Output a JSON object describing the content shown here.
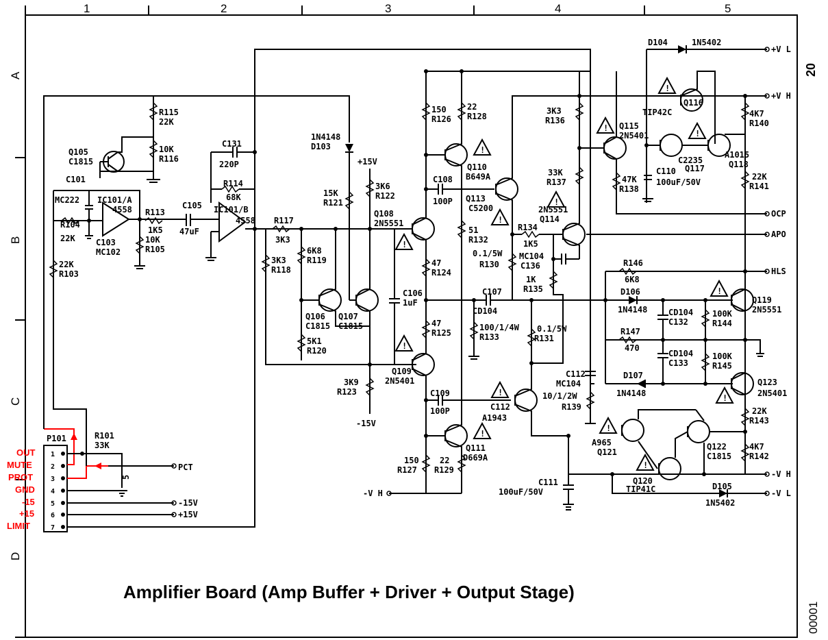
{
  "title": "Amplifier Board (Amp Buffer + Driver + Output Stage)",
  "page_number": "20",
  "doc_number": "00001",
  "grid_columns": [
    "1",
    "2",
    "3",
    "4",
    "5"
  ],
  "grid_rows": [
    "A",
    "B",
    "C",
    "D"
  ],
  "connector": {
    "name": "P101",
    "pins": [
      "1",
      "2",
      "3",
      "4",
      "5",
      "6",
      "7"
    ],
    "pin_labels": [
      "OUT",
      "MUTE",
      "PROT",
      "GND",
      "-15",
      "+15",
      "LIMIT"
    ],
    "pin_label_color": "#ff0000"
  },
  "rails": {
    "vl": "+V L",
    "vh": "+V H",
    "ocp": "OCP",
    "apo": "APO",
    "hls": "HLS",
    "neg_vh": "-V H",
    "neg_vl": "-V L",
    "left_neg_vh": "-V H",
    "pct": "PCT",
    "m15": "-15V",
    "p15": "+15V",
    "pos15_label": "+15V",
    "neg15_label": "-15V"
  },
  "components": {
    "R101": [
      "R101",
      "33K"
    ],
    "R103": [
      "22K",
      "R103"
    ],
    "R104": [
      "R104",
      "22K"
    ],
    "R105": [
      "10K",
      "R105"
    ],
    "R113": [
      "R113",
      "1K5"
    ],
    "R114": [
      "R114",
      "68K"
    ],
    "R115": [
      "R115",
      "22K"
    ],
    "R116": [
      "10K",
      "R116"
    ],
    "R117": [
      "R117",
      "3K3"
    ],
    "R118": [
      "3K3",
      "R118"
    ],
    "R119": [
      "6K8",
      "R119"
    ],
    "R120": [
      "5K1",
      "R120"
    ],
    "R121": [
      "15K",
      "R121"
    ],
    "R122": [
      "3K6",
      "R122"
    ],
    "R123": [
      "3K9",
      "R123"
    ],
    "R124": [
      "47",
      "R124"
    ],
    "R125": [
      "47",
      "R125"
    ],
    "R126": [
      "150",
      "R126"
    ],
    "R127": [
      "150",
      "R127"
    ],
    "R128": [
      "22",
      "R128"
    ],
    "R129": [
      "22",
      "R129"
    ],
    "R130": [
      "0.1/5W",
      "R130"
    ],
    "R131": [
      "0.1/5W",
      "R131"
    ],
    "R132": [
      "51",
      "R132"
    ],
    "R133": [
      "100/1/4W",
      "R133"
    ],
    "R134": [
      "R134",
      "1K5"
    ],
    "R135": [
      "1K",
      "R135"
    ],
    "R136": [
      "3K3",
      "R136"
    ],
    "R137": [
      "33K",
      "R137"
    ],
    "R138": [
      "47K",
      "R138"
    ],
    "R139": [
      "10/1/2W",
      "R139"
    ],
    "R140": [
      "4K7",
      "R140"
    ],
    "R141": [
      "22K",
      "R141"
    ],
    "R142": [
      "4K7",
      "R142"
    ],
    "R143": [
      "22K",
      "R143"
    ],
    "R144": [
      "100K",
      "R144"
    ],
    "R145": [
      "100K",
      "R145"
    ],
    "R146": [
      "R146",
      "6K8"
    ],
    "R147": [
      "R147",
      "470"
    ],
    "C101": [
      "C101",
      "MC222"
    ],
    "C103": [
      "C103",
      "MC102"
    ],
    "C105": [
      "C105",
      "47uF"
    ],
    "C106": [
      "C106",
      "1uF"
    ],
    "C107": [
      "C107",
      "CD104"
    ],
    "C108": [
      "C108",
      "100P"
    ],
    "C109": [
      "C109",
      "100P"
    ],
    "C110": [
      "C110",
      "100uF/50V"
    ],
    "C111": [
      "C111",
      "100uF/50V"
    ],
    "C112": [
      "C112",
      "MC104"
    ],
    "C131": [
      "C131",
      "220P"
    ],
    "C132": [
      "CD104",
      "C132"
    ],
    "C133": [
      "CD104",
      "C133"
    ],
    "C136": [
      "MC104",
      "C136"
    ],
    "Q105": [
      "Q105",
      "C1815"
    ],
    "Q106": [
      "Q106",
      "C1815"
    ],
    "Q107": [
      "Q107",
      "C1815"
    ],
    "Q108": [
      "Q108",
      "2N5551"
    ],
    "Q109": [
      "Q109",
      "2N5401"
    ],
    "Q110": [
      "Q110",
      "B649A"
    ],
    "Q111": [
      "Q111",
      "D669A"
    ],
    "Q112": [
      "C112",
      "A1943"
    ],
    "Q113": [
      "Q113",
      "C5200"
    ],
    "Q114": [
      "2N5551",
      "Q114"
    ],
    "Q115": [
      "Q115",
      "2N5401"
    ],
    "Q116": [
      "Q116",
      "TIP42C"
    ],
    "Q117": [
      "C2235",
      "Q117"
    ],
    "Q118": [
      "A1015",
      "Q118"
    ],
    "Q119": [
      "Q119",
      "2N5551"
    ],
    "Q120": [
      "Q120",
      "TIP41C"
    ],
    "Q121": [
      "A965",
      "Q121"
    ],
    "Q122": [
      "Q122",
      "C1815"
    ],
    "Q123": [
      "Q123",
      "2N5401"
    ],
    "D103": [
      "1N4148",
      "D103"
    ],
    "D104": [
      "D104",
      "1N5402"
    ],
    "D105": [
      "D105",
      "1N5402"
    ],
    "D106": [
      "D106",
      "1N4148"
    ],
    "D107": [
      "D107",
      "1N4148"
    ],
    "IC101A": [
      "IC101/A",
      "4558"
    ],
    "IC101B": [
      "IC101/B",
      "4558"
    ]
  },
  "warning_mark": "!"
}
